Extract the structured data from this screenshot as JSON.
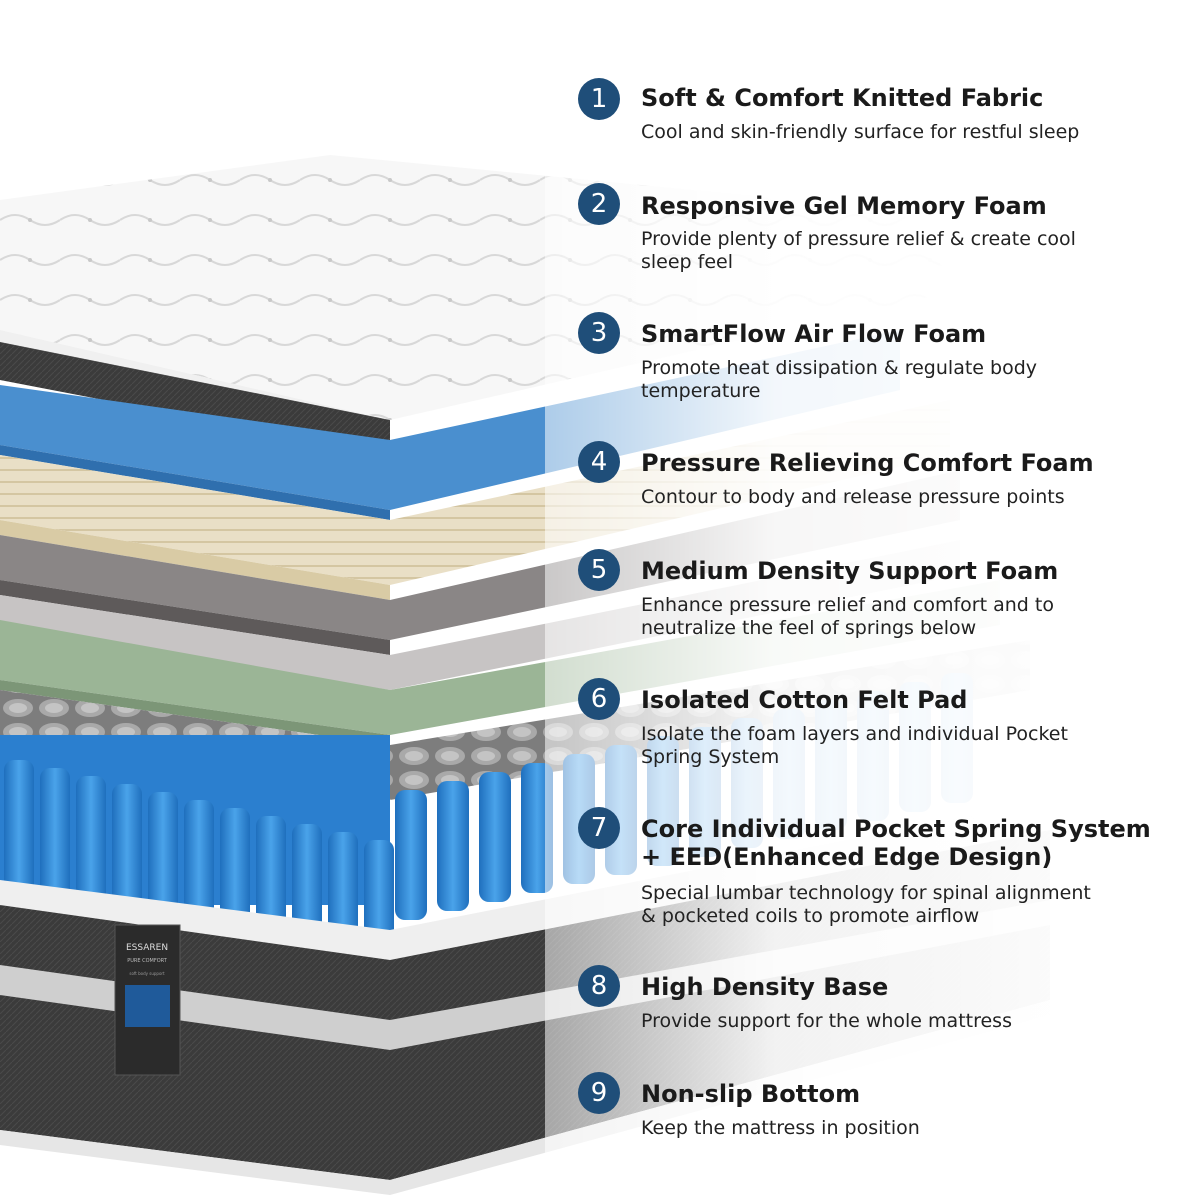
{
  "brand": {
    "logo_text": "ESSAREN",
    "sub_text": "PURE COMFORT",
    "tag_text": "soft body support"
  },
  "colors": {
    "badge": "#1f4e79",
    "gel_foam": "#4a8fcf",
    "comfort_foam": "#e8dcc0",
    "felt_pad": "#9bb596",
    "springs": "#3a8ed8",
    "border_fabric": "#3a3a3a"
  },
  "features": [
    {
      "number": "1",
      "title": [
        "Soft & Comfort Knitted Fabric"
      ],
      "desc": [
        "Cool and skin-friendly surface for restful sleep"
      ]
    },
    {
      "number": "2",
      "title": [
        "Responsive Gel Memory Foam"
      ],
      "desc": [
        "Provide plenty of pressure relief & create cool",
        "sleep feel"
      ]
    },
    {
      "number": "3",
      "title": [
        "SmartFlow Air Flow Foam"
      ],
      "desc": [
        "Promote heat dissipation & regulate body",
        "temperature"
      ]
    },
    {
      "number": "4",
      "title": [
        "Pressure Relieving Comfort Foam"
      ],
      "desc": [
        "Contour to body and release pressure points"
      ]
    },
    {
      "number": "5",
      "title": [
        "Medium Density Support Foam"
      ],
      "desc": [
        "Enhance pressure relief and comfort and to",
        "neutralize the feel of springs below"
      ]
    },
    {
      "number": "6",
      "title": [
        "Isolated Cotton Felt Pad"
      ],
      "desc": [
        "Isolate the foam layers and individual Pocket",
        "Spring System"
      ]
    },
    {
      "number": "7",
      "title": [
        "Core Individual Pocket Spring System",
        "+ EED(Enhanced Edge Design)"
      ],
      "desc": [
        "Special lumbar technology for spinal alignment",
        "& pocketed coils to promote airflow"
      ]
    },
    {
      "number": "8",
      "title": [
        "High Density Base"
      ],
      "desc": [
        "Provide support for the whole mattress"
      ]
    },
    {
      "number": "9",
      "title": [
        "Non-slip Bottom"
      ],
      "desc": [
        "Keep the mattress in position"
      ]
    }
  ]
}
